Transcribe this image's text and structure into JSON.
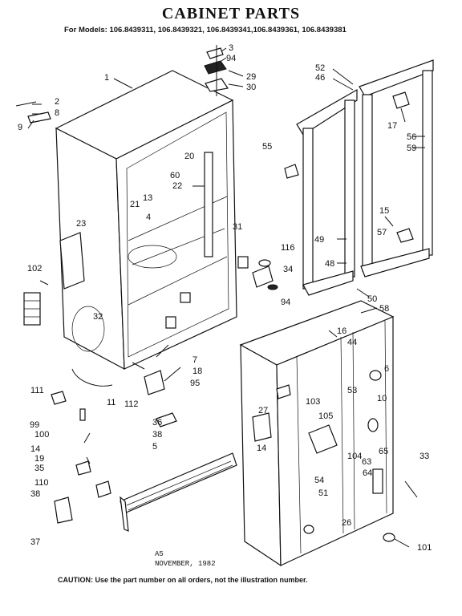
{
  "title": "CABINET PARTS",
  "models_line": "For Models: 106.8439311, 106.8439321, 106.8439341,106.8439361, 106.8439381",
  "footer": {
    "code": "A5",
    "date": "NOVEMBER, 1982"
  },
  "caution": "CAUTION: Use the part number on all orders, not the illustration number.",
  "callouts": [
    "1",
    "2",
    "8",
    "9",
    "3",
    "94",
    "29",
    "30",
    "52",
    "46",
    "17",
    "56",
    "59",
    "55",
    "20",
    "60",
    "13",
    "22",
    "21",
    "4",
    "23",
    "102",
    "32",
    "31",
    "116",
    "34",
    "94",
    "49",
    "48",
    "15",
    "57",
    "50",
    "58",
    "16",
    "44",
    "7",
    "18",
    "95",
    "112",
    "11",
    "111",
    "99",
    "100",
    "14",
    "19",
    "35",
    "110",
    "38",
    "37",
    "36",
    "38",
    "5",
    "6",
    "53",
    "10",
    "27",
    "14",
    "103",
    "105",
    "54",
    "51",
    "104",
    "63",
    "64",
    "65",
    "33",
    "26",
    "101"
  ]
}
